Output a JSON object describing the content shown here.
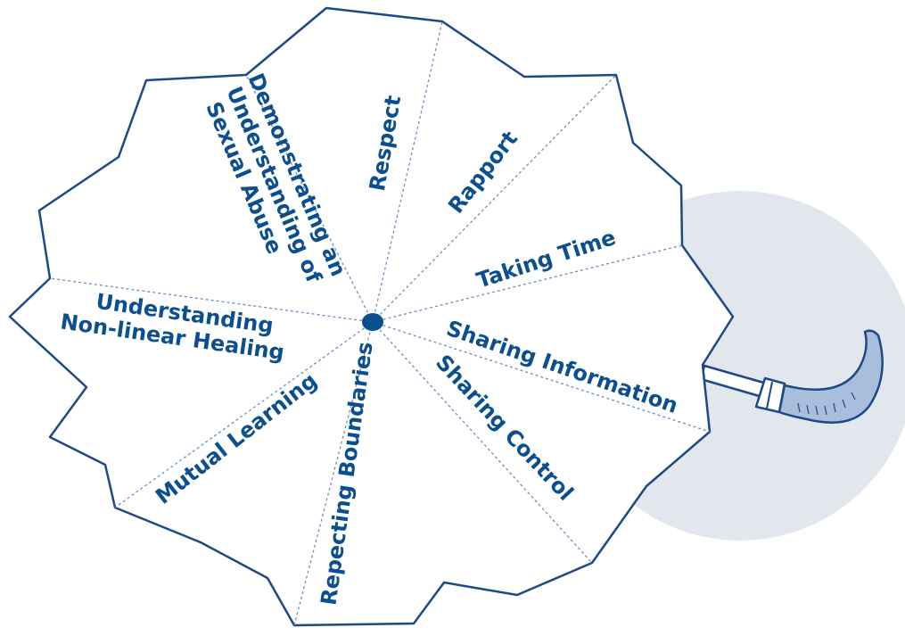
{
  "colors": {
    "primary": "#0b4f8f",
    "outline": "#1d4a86",
    "divider": "#6a8fc0",
    "shadow": "#e2e7ee",
    "handle": "#a9bddc"
  },
  "umbrella": {
    "hub_icon": "center-dot",
    "handle_icon": "umbrella-handle",
    "panels": [
      {
        "id": "respect",
        "label": "Respect"
      },
      {
        "id": "rapport",
        "label": "Rapport"
      },
      {
        "id": "taking-time",
        "label": "Taking Time"
      },
      {
        "id": "sharing-information",
        "label": "Sharing Information"
      },
      {
        "id": "sharing-control",
        "label": "Sharing Control"
      },
      {
        "id": "respecting-boundaries",
        "label": "Repecting Boundaries"
      },
      {
        "id": "mutual-learning",
        "label": "Mutual Learning"
      },
      {
        "id": "understanding-nonlinear-healing",
        "label_line1": "Understanding",
        "label_line2": "Non-linear Healing"
      },
      {
        "id": "demonstrating-understanding",
        "label_line1": "Demonstrating an",
        "label_line2": "Understanding of",
        "label_line3": "Sexual Abuse"
      }
    ]
  }
}
